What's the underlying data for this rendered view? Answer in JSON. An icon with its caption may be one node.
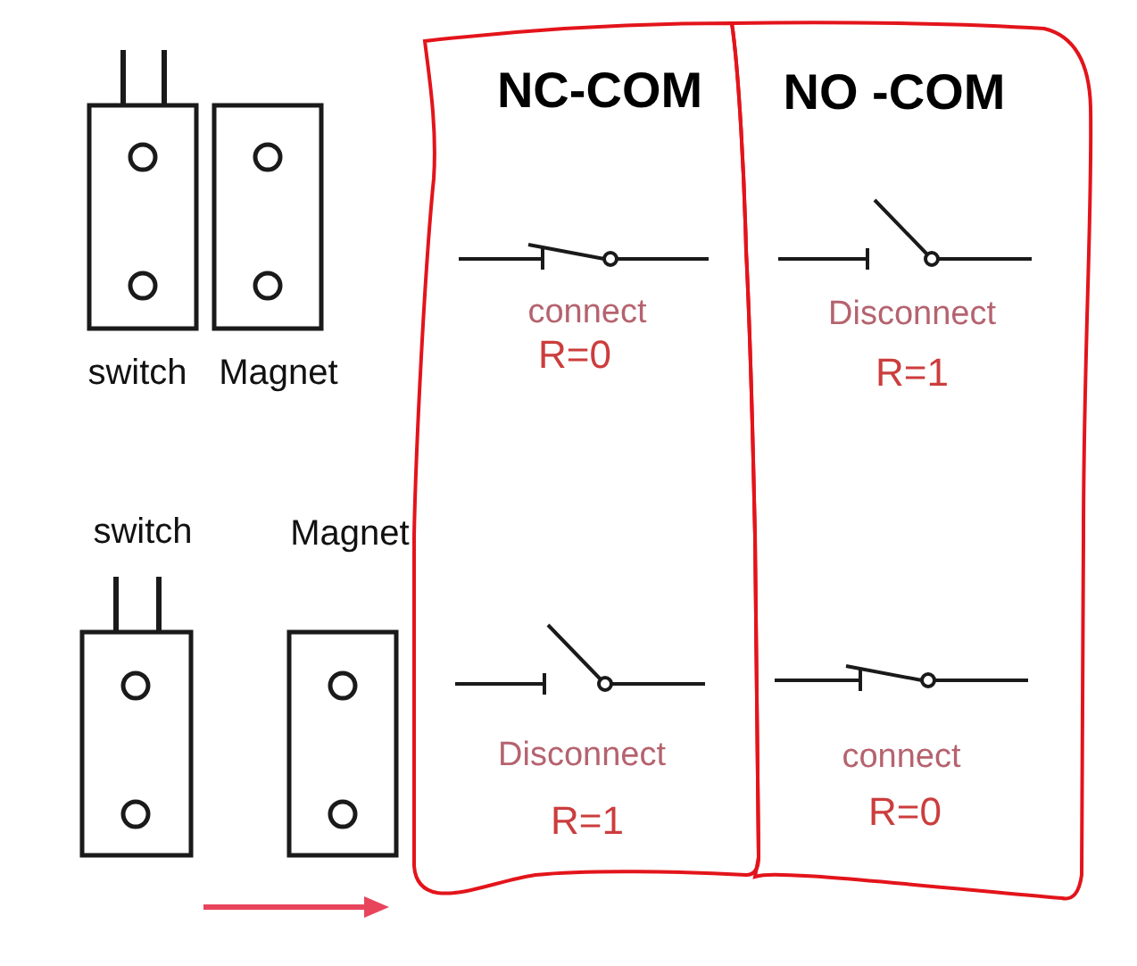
{
  "diagram": {
    "nodes": [
      {
        "text": [
          "switch"
        ]
      },
      {
        "text": [
          "Magnet"
        ]
      },
      {
        "text": [
          "NC-COM",
          "connect",
          "R=0",
          "Disconnect",
          "R=1"
        ]
      },
      {
        "text": [
          "NO -COM",
          "Disconnect",
          "R=1",
          "connect",
          "R=0"
        ]
      },
      {
        "text": [
          "switch"
        ]
      },
      {
        "text": [
          "Magnet"
        ]
      }
    ]
  }
}
